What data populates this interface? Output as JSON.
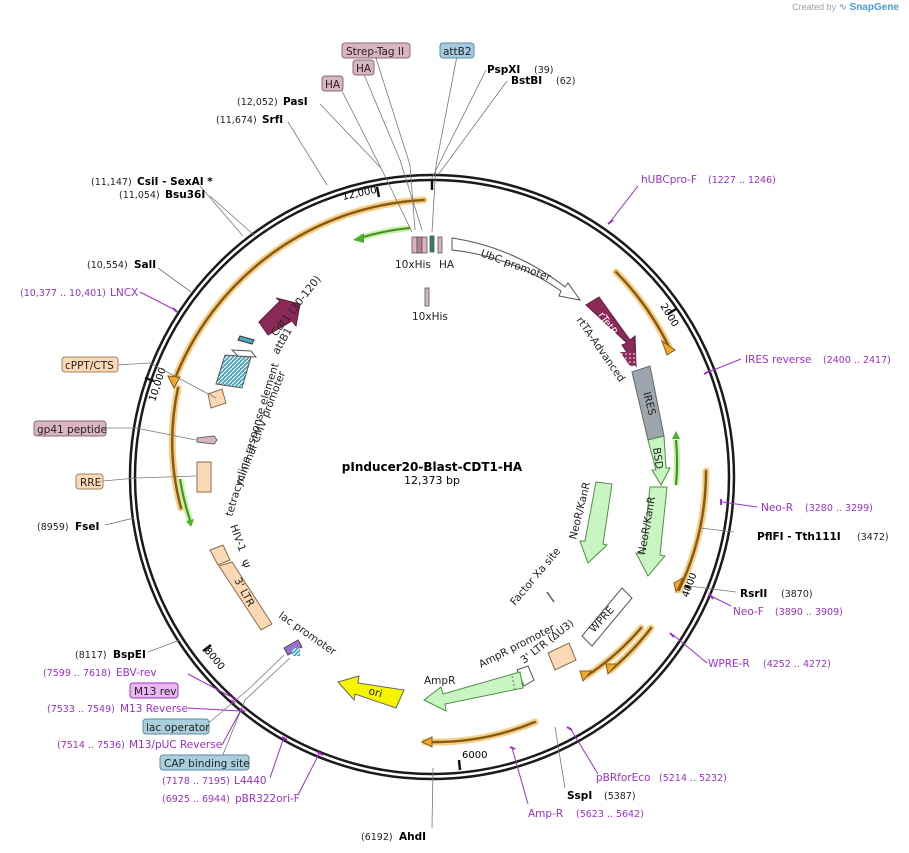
{
  "credit": {
    "created_by": "Created by",
    "brand": "SnapGene"
  },
  "plasmid": {
    "name": "pInducer20-Blast-CDT1-HA",
    "size_label": "12,373 bp"
  },
  "ticks": [
    "2000",
    "4000",
    "6000",
    "8000",
    "10,000",
    "12,000"
  ],
  "sites": [
    {
      "name": "PspXI",
      "pos": "(39)"
    },
    {
      "name": "BstBI",
      "pos": "(62)"
    },
    {
      "name": "PflFI - Tth111I",
      "pos": "(3472)"
    },
    {
      "name": "RsrII",
      "pos": "(3870)"
    },
    {
      "name": "SspI",
      "pos": "(5387)"
    },
    {
      "name": "AhdI",
      "pos": "(6192)"
    },
    {
      "name": "BspEI",
      "pos": "(8117)"
    },
    {
      "name": "FseI",
      "pos": "(8959)"
    },
    {
      "name": "SalI",
      "pos": "(10,554)"
    },
    {
      "name": "Bsu36I",
      "pos": "(11,054)"
    },
    {
      "name": "CsiI - SexAI *",
      "pos": "(11,147)"
    },
    {
      "name": "SrfI",
      "pos": "(11,674)"
    },
    {
      "name": "PasI",
      "pos": "(12,052)"
    }
  ],
  "primers": [
    {
      "name": "hUBCpro-F",
      "pos": "(1227 .. 1246)"
    },
    {
      "name": "IRES reverse",
      "pos": "(2400 .. 2417)"
    },
    {
      "name": "Neo-R",
      "pos": "(3280 .. 3299)"
    },
    {
      "name": "Neo-F",
      "pos": "(3890 .. 3909)"
    },
    {
      "name": "WPRE-R",
      "pos": "(4252 .. 4272)"
    },
    {
      "name": "pBRforEco",
      "pos": "(5214 .. 5232)"
    },
    {
      "name": "Amp-R",
      "pos": "(5623 .. 5642)"
    },
    {
      "name": "pBR322ori-F",
      "pos": "(6925 .. 6944)"
    },
    {
      "name": "L4440",
      "pos": "(7178 .. 7195)"
    },
    {
      "name": "M13/pUC Reverse",
      "pos": "(7514 .. 7536)"
    },
    {
      "name": "M13 Reverse",
      "pos": "(7533 .. 7549)"
    },
    {
      "name": "EBV-rev",
      "pos": "(7599 .. 7618)"
    },
    {
      "name": "LNCX",
      "pos": "(10,377 .. 10,401)"
    }
  ],
  "boxed_labels": {
    "strep_tag": "Strep-Tag II",
    "ha_1": "HA",
    "ha_2": "HA",
    "attb2": "attB2",
    "cppt": "cPPT/CTS",
    "gp41": "gp41 peptide",
    "rre": "RRE",
    "m13_rev": "M13 rev",
    "lac_operator": "lac operator",
    "cap_site": "CAP binding site"
  },
  "features": {
    "his_top": "10xHis",
    "ha_top": "HA",
    "his_bottom": "10xHis",
    "ubc_promoter": "UbC promoter",
    "rtetr": "rTetR",
    "rtta_advanced": "rtTA-Advanced",
    "ires": "IRES",
    "bsd": "BSD",
    "neor_outer": "NeoR/KanR",
    "neor_inner": "NeoR/KanR",
    "factor_xa": "Factor Xa site",
    "wpre": "WPRE",
    "ltr3": "3' LTR (ΔU3)",
    "ampr_promoter": "AmpR promoter",
    "ampr": "AmpR",
    "ori": "ori",
    "lac_promoter": "lac promoter",
    "ltr3_left": "3' LTR",
    "psi": "Ψ",
    "hiv1": "HIV-1",
    "tre": "tetracycline response element",
    "min_cmv": "minimal CMV promoter",
    "attb1": "attB1",
    "cdt1": "Cdt1 (30-120)"
  },
  "colors": {
    "backbone": "#1a1a1a",
    "orf_orange": "#f0a930",
    "orf_green": "#4caf2b",
    "primer": "#9b30c8",
    "rtetr": "#8b2a59",
    "ires": "#9ea6ad",
    "marker": "#c9f5c2",
    "ltr": "#fbd9b5",
    "ori": "#f7f400",
    "tag": "#dbb4c2",
    "attb": "#a5cbe0",
    "cap": "#a9cfdc"
  }
}
